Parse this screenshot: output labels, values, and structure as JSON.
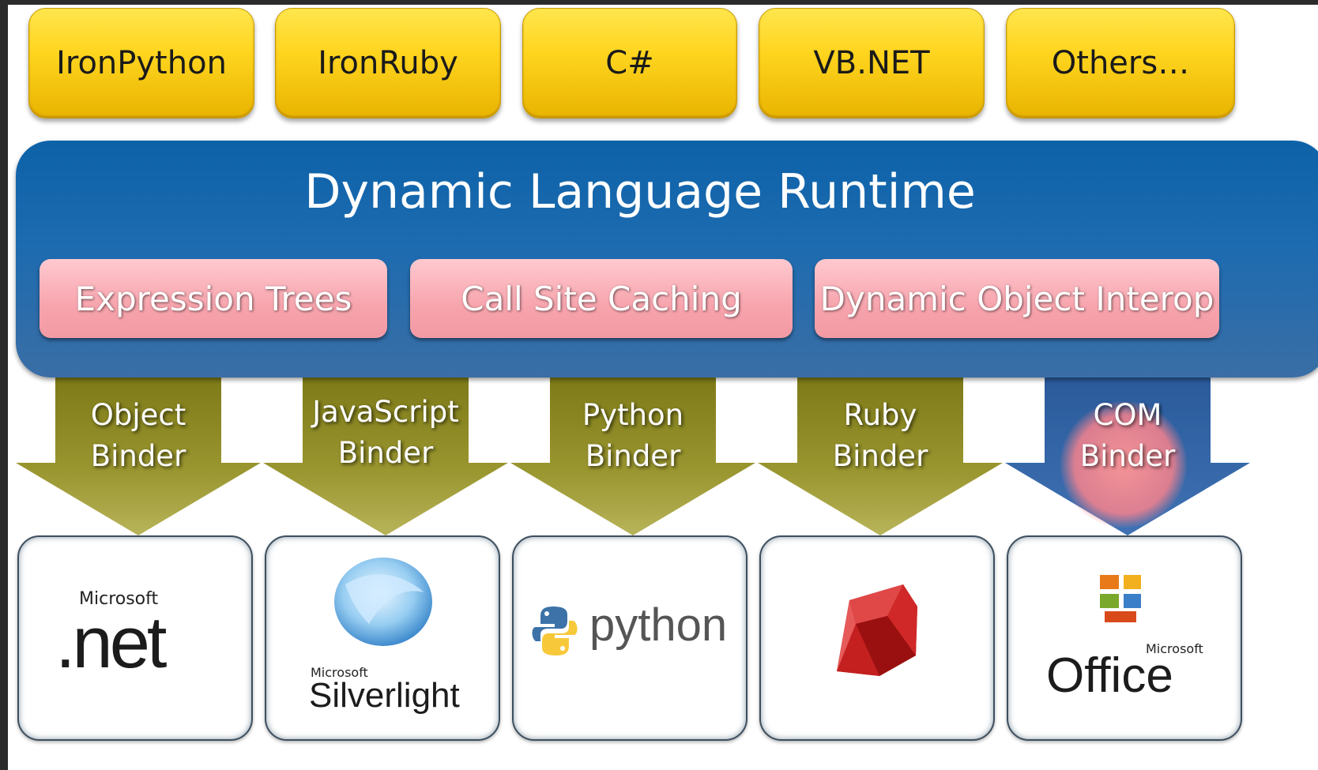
{
  "languages": [
    "IronPython",
    "IronRuby",
    "C#",
    "VB.NET",
    "Others…"
  ],
  "dlr": {
    "title": "Dynamic Language Runtime",
    "features": [
      "Expression Trees",
      "Call Site Caching",
      "Dynamic Object Interop"
    ]
  },
  "binders": [
    {
      "line1": "Object",
      "line2": "Binder"
    },
    {
      "line1": "JavaScript",
      "line2": "Binder"
    },
    {
      "line1": "Python",
      "line2": "Binder"
    },
    {
      "line1": "Ruby",
      "line2": "Binder"
    },
    {
      "line1": "COM",
      "line2": "Binder"
    }
  ],
  "platforms": {
    "net": {
      "brand": "Microsoft",
      "name": ".net"
    },
    "silverlight": {
      "brand": "Microsoft",
      "name": "Silverlight"
    },
    "python": {
      "name": "python"
    },
    "ruby": {},
    "office": {
      "brand": "Microsoft",
      "name": "Office"
    }
  },
  "colors": {
    "language_box": "#ffd51f",
    "dlr_panel": "#1d6bb0",
    "feature_box": "#f7a4ad",
    "binder_arrow": "#8e8a1f",
    "com_arrow": "#2f5f9e"
  }
}
